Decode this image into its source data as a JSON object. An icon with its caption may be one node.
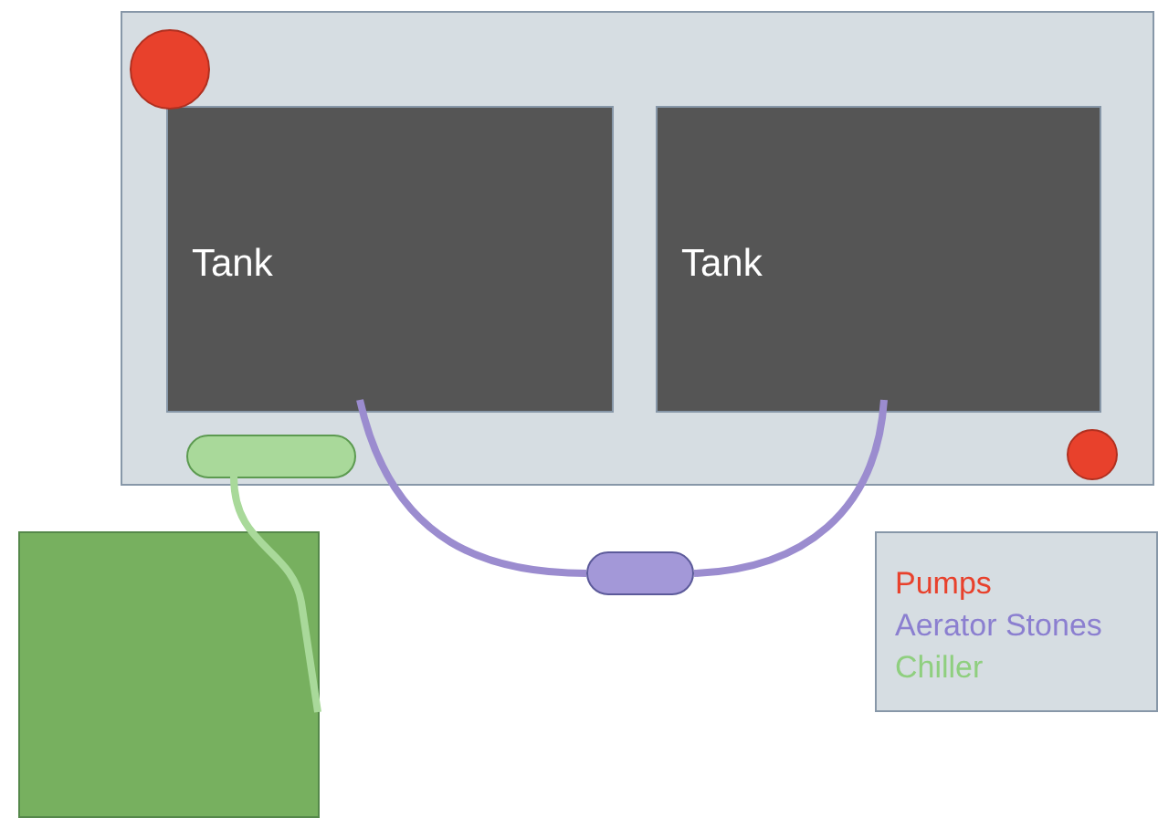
{
  "diagram": {
    "nodes": [
      {
        "text": [],
        "shape": "box"
      },
      {
        "text": [
          "Tank"
        ],
        "in": 0
      },
      {
        "text": [
          "Tank"
        ],
        "in": 0
      },
      {
        "text": [],
        "shape": "circle",
        "in": 0
      },
      {
        "text": [],
        "shape": "circle",
        "in": 0
      },
      {
        "text": [],
        "shape": "pill",
        "in": 0
      },
      {
        "text": [],
        "shape": "pill"
      },
      {
        "text": [],
        "shape": "box"
      }
    ],
    "edges": [
      {
        "from": 1,
        "to": 6,
        "arrow": "none",
        "color": "#9b8ccf"
      },
      {
        "from": 6,
        "to": 2,
        "arrow": "none",
        "color": "#9b8ccf"
      },
      {
        "from": 5,
        "to": 7,
        "arrow": "none",
        "color": "#a9d99a"
      }
    ],
    "legend": [
      {
        "text": "Pumps",
        "color": "#e8412c"
      },
      {
        "text": "Aerator Stones",
        "color": "#8b7fd0"
      },
      {
        "text": "Chiller",
        "color": "#8fcf7f"
      }
    ]
  }
}
